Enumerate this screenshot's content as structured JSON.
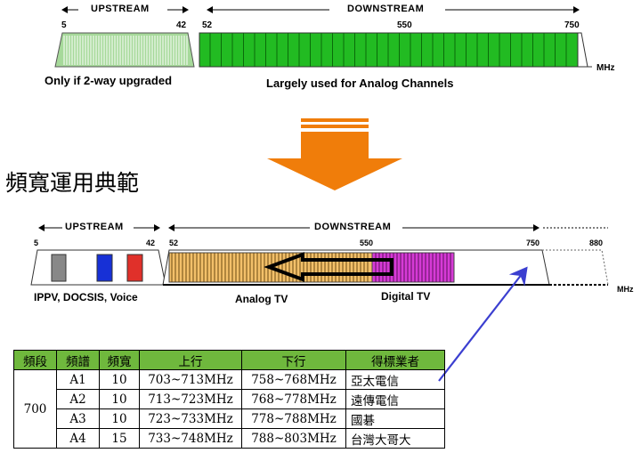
{
  "top_diagram": {
    "upstream_label": "UPSTREAM",
    "downstream_label": "DOWNSTREAM",
    "ticks": [
      "5",
      "42",
      "52",
      "550",
      "750"
    ],
    "unit": "MHz",
    "upstream_caption": "Only if 2-way upgraded",
    "downstream_caption": "Largely used for Analog Channels",
    "colors": {
      "upstream_fill": "#a6d99a",
      "downstream_fill": "#22bb22"
    }
  },
  "heading": "頻寬運用典範",
  "bottom_diagram": {
    "upstream_label": "UPSTREAM",
    "downstream_label": "DOWNSTREAM",
    "ticks": [
      "5",
      "42",
      "52",
      "550",
      "750",
      "880"
    ],
    "unit": "MHz",
    "captions": {
      "upstream": "IPPV, DOCSIS, Voice",
      "analog": "Analog TV",
      "digital": "Digital TV"
    },
    "colors": {
      "analog_fill": "#f3c06a",
      "digital_fill": "#d63ad6",
      "pointer_arrow": "#3b3fd0",
      "down_arrow": "#f07d0a"
    }
  },
  "table": {
    "headers": [
      "頻段",
      "頻譜",
      "頻寬",
      "上行",
      "下行",
      "得標業者"
    ],
    "band": "700",
    "rows": [
      [
        "A1",
        "10",
        "703~713MHz",
        "758~768MHz",
        "亞太電信"
      ],
      [
        "A2",
        "10",
        "713~723MHz",
        "768~778MHz",
        "遠傳電信"
      ],
      [
        "A3",
        "10",
        "723~733MHz",
        "778~788MHz",
        "國碁"
      ],
      [
        "A4",
        "15",
        "733~748MHz",
        "788~803MHz",
        "台灣大哥大"
      ]
    ]
  }
}
